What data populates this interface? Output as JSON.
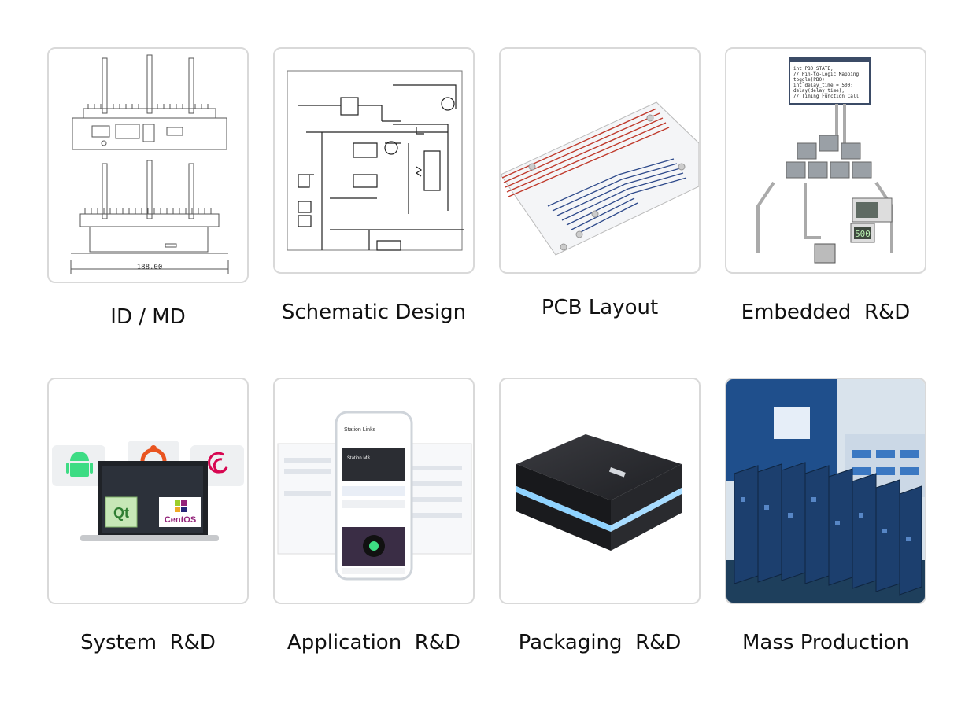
{
  "items": [
    {
      "label": "ID / MD",
      "dimension": "188.00"
    },
    {
      "label": "Schematic Design"
    },
    {
      "label": "PCB Layout"
    },
    {
      "label": "Embedded  R&D",
      "code": [
        "int PB0_STATE;",
        "// Pin-to-Logic Mapping",
        "toggle(PB0);",
        "int delay_time = 500;",
        "delay(delay_time);",
        "// Timing Function Call"
      ],
      "display": "500"
    },
    {
      "label": "System  R&D",
      "os_labels": [
        "Qt",
        "CentOS"
      ]
    },
    {
      "label": "Application  R&D",
      "phone_title": "Station Links",
      "banner_title": "Station M3"
    },
    {
      "label": "Packaging  R&D"
    },
    {
      "label": "Mass Production"
    }
  ],
  "colors": {
    "card_border": "#d9d9d9",
    "pcb_red": "#c0392b",
    "pcb_blue": "#2e4a8b",
    "box_glow": "#8fd3ff"
  }
}
